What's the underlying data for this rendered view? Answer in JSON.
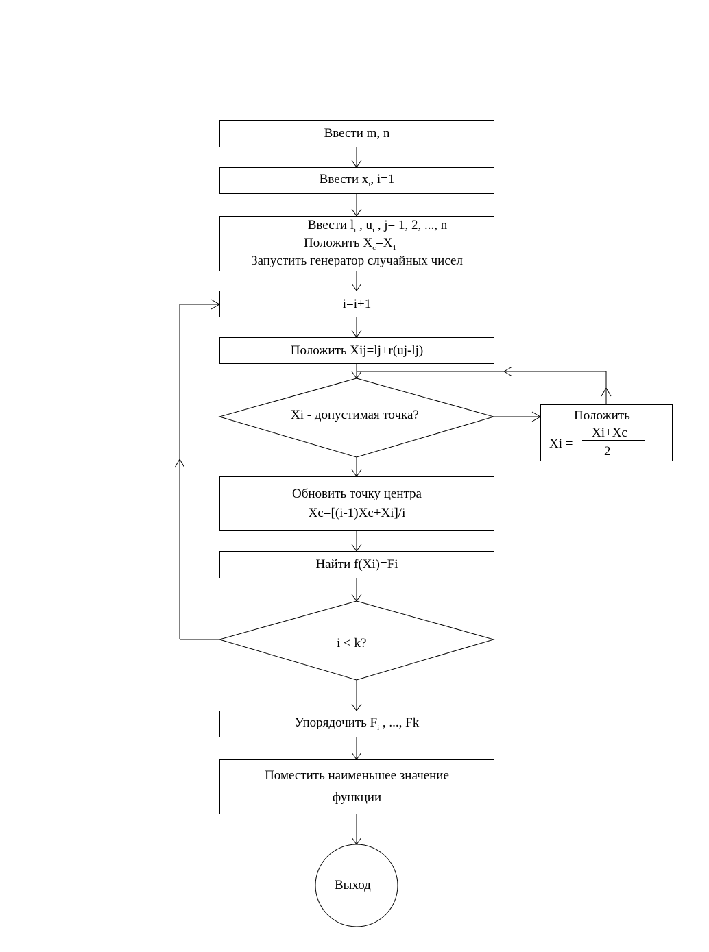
{
  "steps": {
    "input_mn": "Ввести m, n",
    "input_x": {
      "pre": "Ввести x",
      "sub": "i",
      "post": ", i=1"
    },
    "init": {
      "line1": {
        "a": "Ввести l",
        "a_sub": "i",
        "b": " , u",
        "b_sub": "i",
        "c": " , j= 1, 2, ..., n"
      },
      "line2": {
        "a": "Положить X",
        "a_sub": "c",
        "b": "=X",
        "b_sub": "1"
      },
      "line3": "Запустить генератор случайных чисел"
    },
    "increment": "i=i+1",
    "set_xij": "Положить Xij=lj+r(uj-lj)",
    "check_feasible": "Xi - допустимая точка?",
    "correct": {
      "title": "Положить",
      "lhs": "Xi =",
      "numerator": "Xi+Xc",
      "denominator": "2"
    },
    "update_center": {
      "line1": "Обновить точку центра",
      "line2": "Xc=[(i-1)Xc+Xi]/i"
    },
    "evaluate": "Найти f(Xi)=Fi",
    "check_k": "i < k?",
    "sort": {
      "pre": "Упорядочить F",
      "sub": "i",
      "post": " , ..., Fk"
    },
    "store": {
      "line1": "Поместить наименьшее значение",
      "line2": "функции"
    },
    "exit": "Выход"
  }
}
